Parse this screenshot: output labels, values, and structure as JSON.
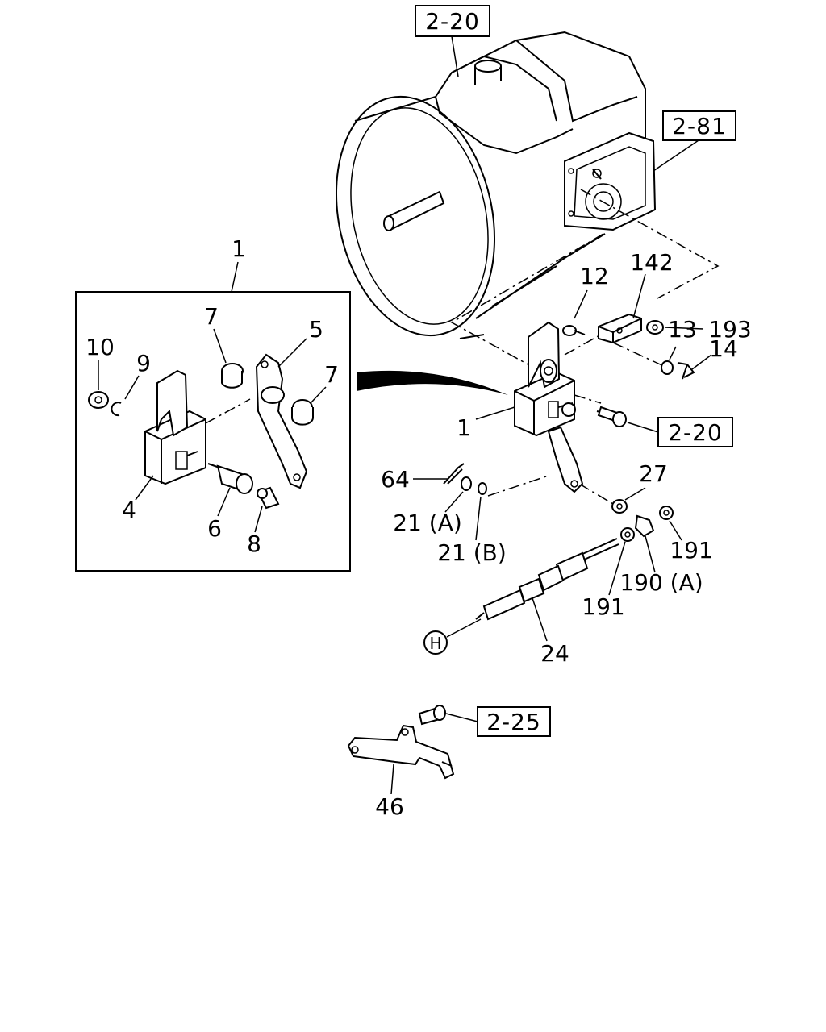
{
  "refs": {
    "r220_top": "2-20",
    "r281": "2-81",
    "r220_mid": "2-20",
    "r225": "2-25"
  },
  "labels": {
    "l1_top": "1",
    "l7a": "7",
    "l5": "5",
    "l10": "10",
    "l9": "9",
    "l7b": "7",
    "l4": "4",
    "l6": "6",
    "l8": "8",
    "l142": "142",
    "l12": "12",
    "l193": "193",
    "l13": "13",
    "l14": "14",
    "l1_mid": "1",
    "l64": "64",
    "l21a": "21 (A)",
    "l21b": "21 (B)",
    "l27": "27",
    "l191a": "191",
    "l190a": "190 (A)",
    "l191b": "191",
    "l24": "24",
    "lH": "H",
    "l46": "46"
  }
}
